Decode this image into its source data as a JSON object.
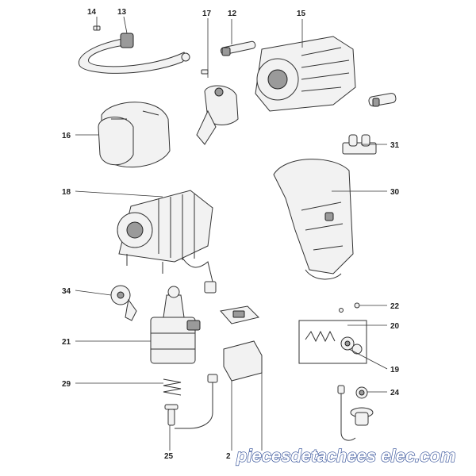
{
  "callouts": {
    "n14": "14",
    "n13": "13",
    "n17": "17",
    "n12": "12",
    "n15": "15",
    "n16": "16",
    "n31": "31",
    "n18": "18",
    "n30": "30",
    "n34": "34",
    "n22": "22",
    "n20": "20",
    "n21": "21",
    "n19": "19",
    "n29": "29",
    "n24": "24",
    "n25": "25",
    "n2x": "2"
  },
  "watermark": "piecesdetachees elec.com"
}
